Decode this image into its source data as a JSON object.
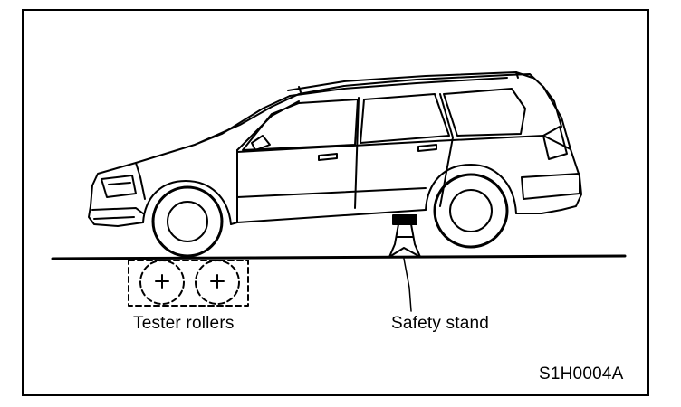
{
  "labels": {
    "tester_rollers": "Tester rollers",
    "safety_stand": "Safety stand",
    "figure_code": "S1H0004A"
  },
  "colors": {
    "ink": "#000000",
    "paper": "#ffffff"
  }
}
